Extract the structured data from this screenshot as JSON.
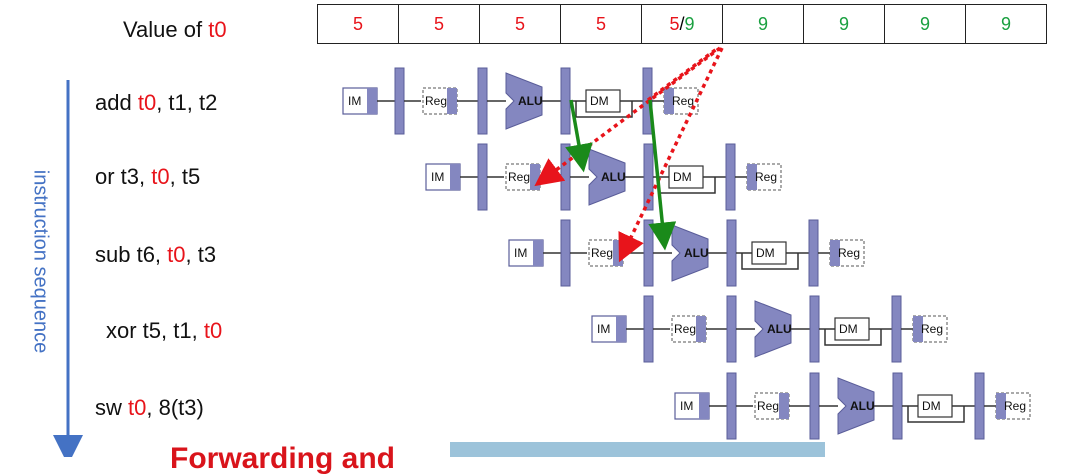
{
  "header": {
    "label_prefix": "Value of ",
    "register": "t0"
  },
  "timeline": [
    {
      "value": "5",
      "color": "red"
    },
    {
      "value": "5",
      "color": "red"
    },
    {
      "value": "5",
      "color": "red"
    },
    {
      "value": "5",
      "color": "red"
    },
    {
      "value_a": "5",
      "sep": "/",
      "value_b": "9",
      "color": "mixed"
    },
    {
      "value": "9",
      "color": "green"
    },
    {
      "value": "9",
      "color": "green"
    },
    {
      "value": "9",
      "color": "green"
    },
    {
      "value": "9",
      "color": "green"
    }
  ],
  "instructions": [
    {
      "parts": [
        "add ",
        "t0",
        ", t1, t2"
      ]
    },
    {
      "parts": [
        "or t3, ",
        "t0",
        ", t5"
      ]
    },
    {
      "parts": [
        "sub t6, ",
        "t0",
        ", t3"
      ]
    },
    {
      "parts": [
        "xor t5, t1, ",
        "t0",
        ""
      ]
    },
    {
      "parts": [
        "sw ",
        "t0",
        ", 8(t3)"
      ]
    }
  ],
  "stage_labels": {
    "im": "IM",
    "reg": "Reg",
    "alu": "ALU",
    "dm": "DM"
  },
  "axis_label": "instruction sequence",
  "footer_text": "Forwarding and",
  "colors": {
    "pipeline_fill": "#8487c0",
    "pipeline_stroke": "#5a5d99",
    "hazard": "#e8141b",
    "forward": "#1a8a1a",
    "axis": "#4472c4"
  }
}
